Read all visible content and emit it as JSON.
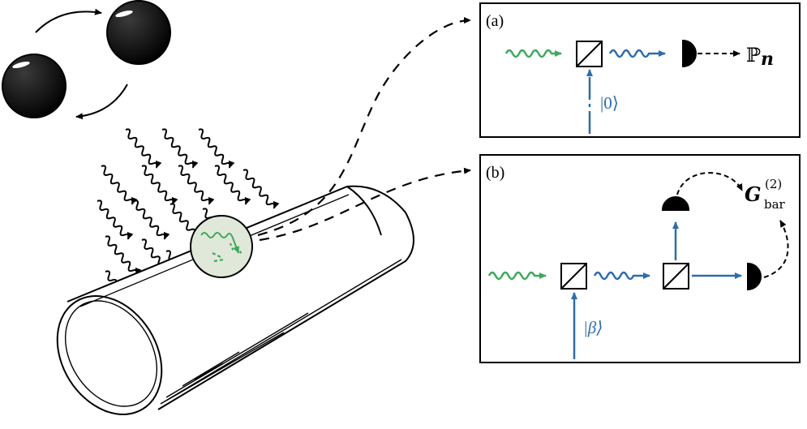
{
  "panel_a": {
    "label": "(a)",
    "input_state": "|0⟩",
    "output_symbol": "ℙ",
    "output_subscript": "n"
  },
  "panel_b": {
    "label": "(b)",
    "input_state": "|β⟩",
    "output_symbol": "G",
    "output_subscript": "bar",
    "output_superscript": "(2)"
  },
  "colors": {
    "green_photon": "#3aaa5a",
    "blue_photon": "#2b6cb0",
    "blob_fill": "#dfe8d9"
  },
  "icons": [
    "black-sphere",
    "circular-arrow",
    "thermal-photon-wave",
    "beam-splitter",
    "photodetector"
  ]
}
